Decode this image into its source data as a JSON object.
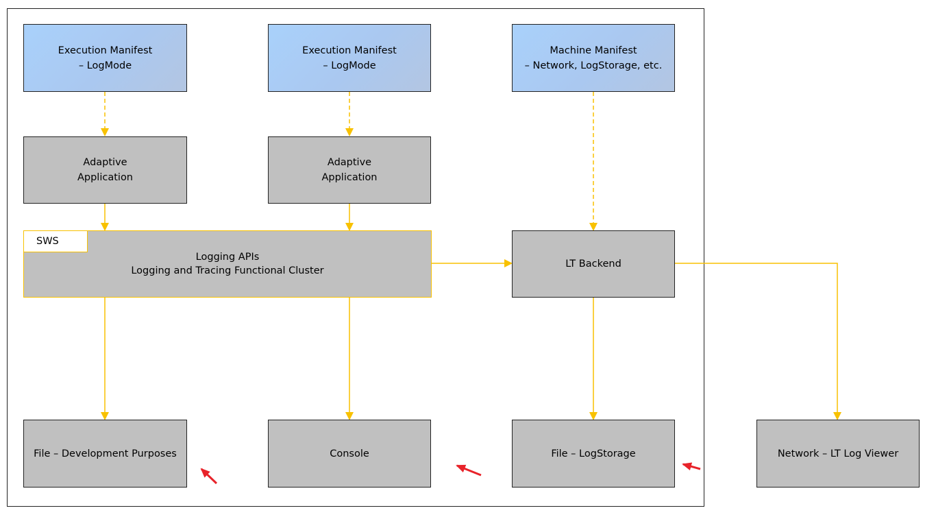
{
  "diagram": {
    "manifests": [
      {
        "id": "exec-manifest-1",
        "label": "Execution Manifest\n– LogMode"
      },
      {
        "id": "exec-manifest-2",
        "label": "Execution Manifest\n– LogMode"
      },
      {
        "id": "machine-manifest",
        "label": "Machine Manifest\n– Network, LogStorage, etc."
      }
    ],
    "apps": [
      {
        "id": "adaptive-app-1",
        "label": "Adaptive\nApplication"
      },
      {
        "id": "adaptive-app-2",
        "label": "Adaptive\nApplication"
      }
    ],
    "cluster": {
      "tag": "SWS",
      "label": "Logging APIs\nLogging and Tracing Functional Cluster"
    },
    "backend": {
      "label": "LT Backend"
    },
    "outputs": [
      {
        "id": "file-dev",
        "label": "File – Development Purposes"
      },
      {
        "id": "console",
        "label": "Console"
      },
      {
        "id": "file-logstorage",
        "label": "File – LogStorage"
      },
      {
        "id": "network-viewer",
        "label": "Network – LT Log Viewer"
      }
    ],
    "colors": {
      "arrow": "#f8c100",
      "marker_arrow": "#e8232a",
      "box_grey": "#c0c0c0",
      "manifest_blue": "#a9d1fb"
    }
  }
}
